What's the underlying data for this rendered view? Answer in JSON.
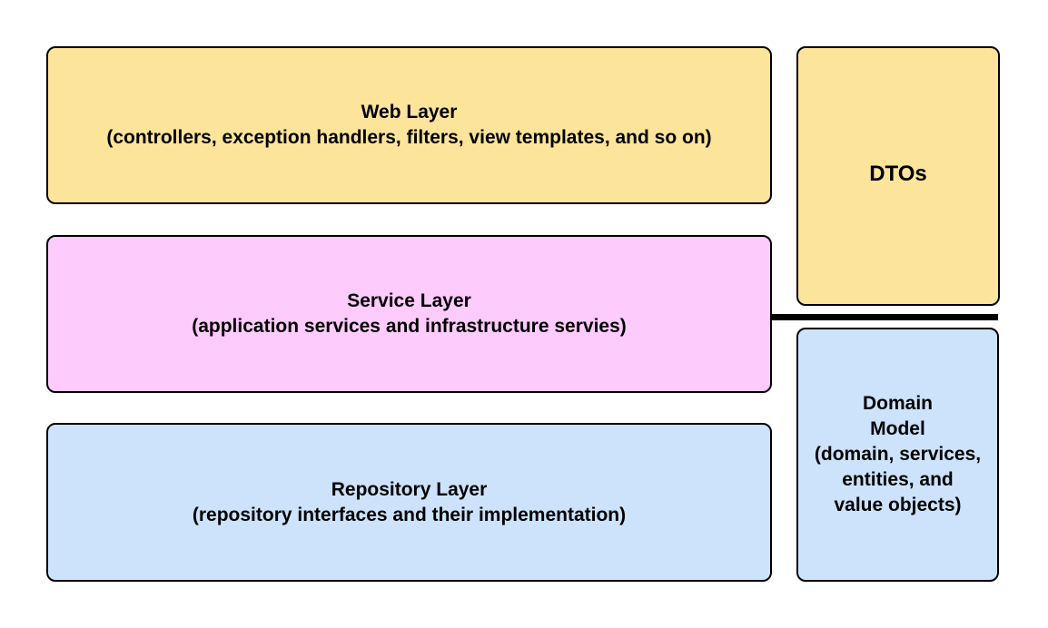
{
  "colors": {
    "web_layer_fill": "#fde49b",
    "service_layer_fill": "#fecbfd",
    "repository_layer_fill": "#cce3fb",
    "dtos_fill": "#fde49b",
    "domain_model_fill": "#cce3fb",
    "border": "#000000"
  },
  "web_layer": {
    "title": "Web Layer",
    "description": "(controllers, exception handlers, filters, view templates, and so on)"
  },
  "service_layer": {
    "title": "Service Layer",
    "description": "(application services and infrastructure servies)"
  },
  "repository_layer": {
    "title": "Repository Layer",
    "description": "(repository interfaces and their implementation)"
  },
  "dtos": {
    "title": "DTOs"
  },
  "domain_model": {
    "lines": [
      "Domain",
      "Model",
      "(domain, services,",
      "entities, and",
      "value objects)"
    ]
  }
}
